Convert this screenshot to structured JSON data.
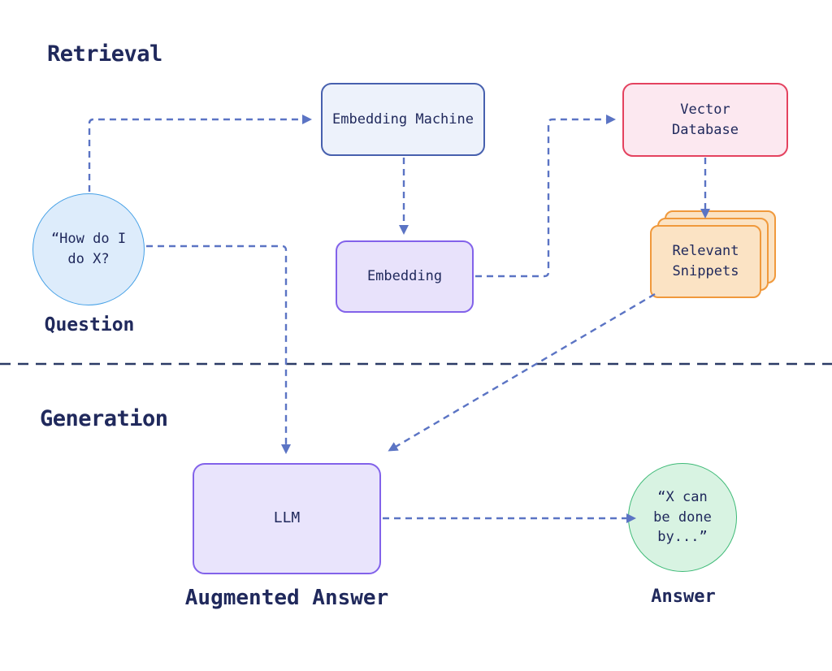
{
  "sections": {
    "retrieval": {
      "title": "Retrieval"
    },
    "generation": {
      "title": "Generation"
    }
  },
  "nodes": {
    "question": {
      "text": "“How do I\ndo X?",
      "label": "Question",
      "fill": "#ddecfb",
      "border": "#45a0e6"
    },
    "embedding_machine": {
      "text": "Embedding Machine",
      "fill": "#edf2fb",
      "border": "#4760ae"
    },
    "vector_database": {
      "text": "Vector\nDatabase",
      "fill": "#fce8f0",
      "border": "#e4425f"
    },
    "embedding": {
      "text": "Embedding",
      "fill": "#e8e2fb",
      "border": "#8262ea"
    },
    "relevant_snippets": {
      "text": "Relevant\nSnippets",
      "fill": "#fbe3c4",
      "border": "#f0993c"
    },
    "llm": {
      "text": "LLM",
      "label": "Augmented Answer",
      "fill": "#e9e4fc",
      "border": "#8262ea"
    },
    "answer": {
      "text": "“X can\nbe done\nby...”",
      "label": "Answer",
      "fill": "#d8f3e2",
      "border": "#3eba77"
    }
  },
  "colors": {
    "text_navy": "#20295c",
    "arrow_blue": "#5b74c4",
    "divider_navy": "#2b3a66",
    "background": "#ffffff"
  },
  "flow": {
    "edges": [
      "question -> embedding_machine",
      "embedding_machine -> embedding",
      "embedding -> vector_database",
      "vector_database -> relevant_snippets",
      "question -> llm",
      "relevant_snippets -> llm",
      "llm -> answer"
    ]
  }
}
